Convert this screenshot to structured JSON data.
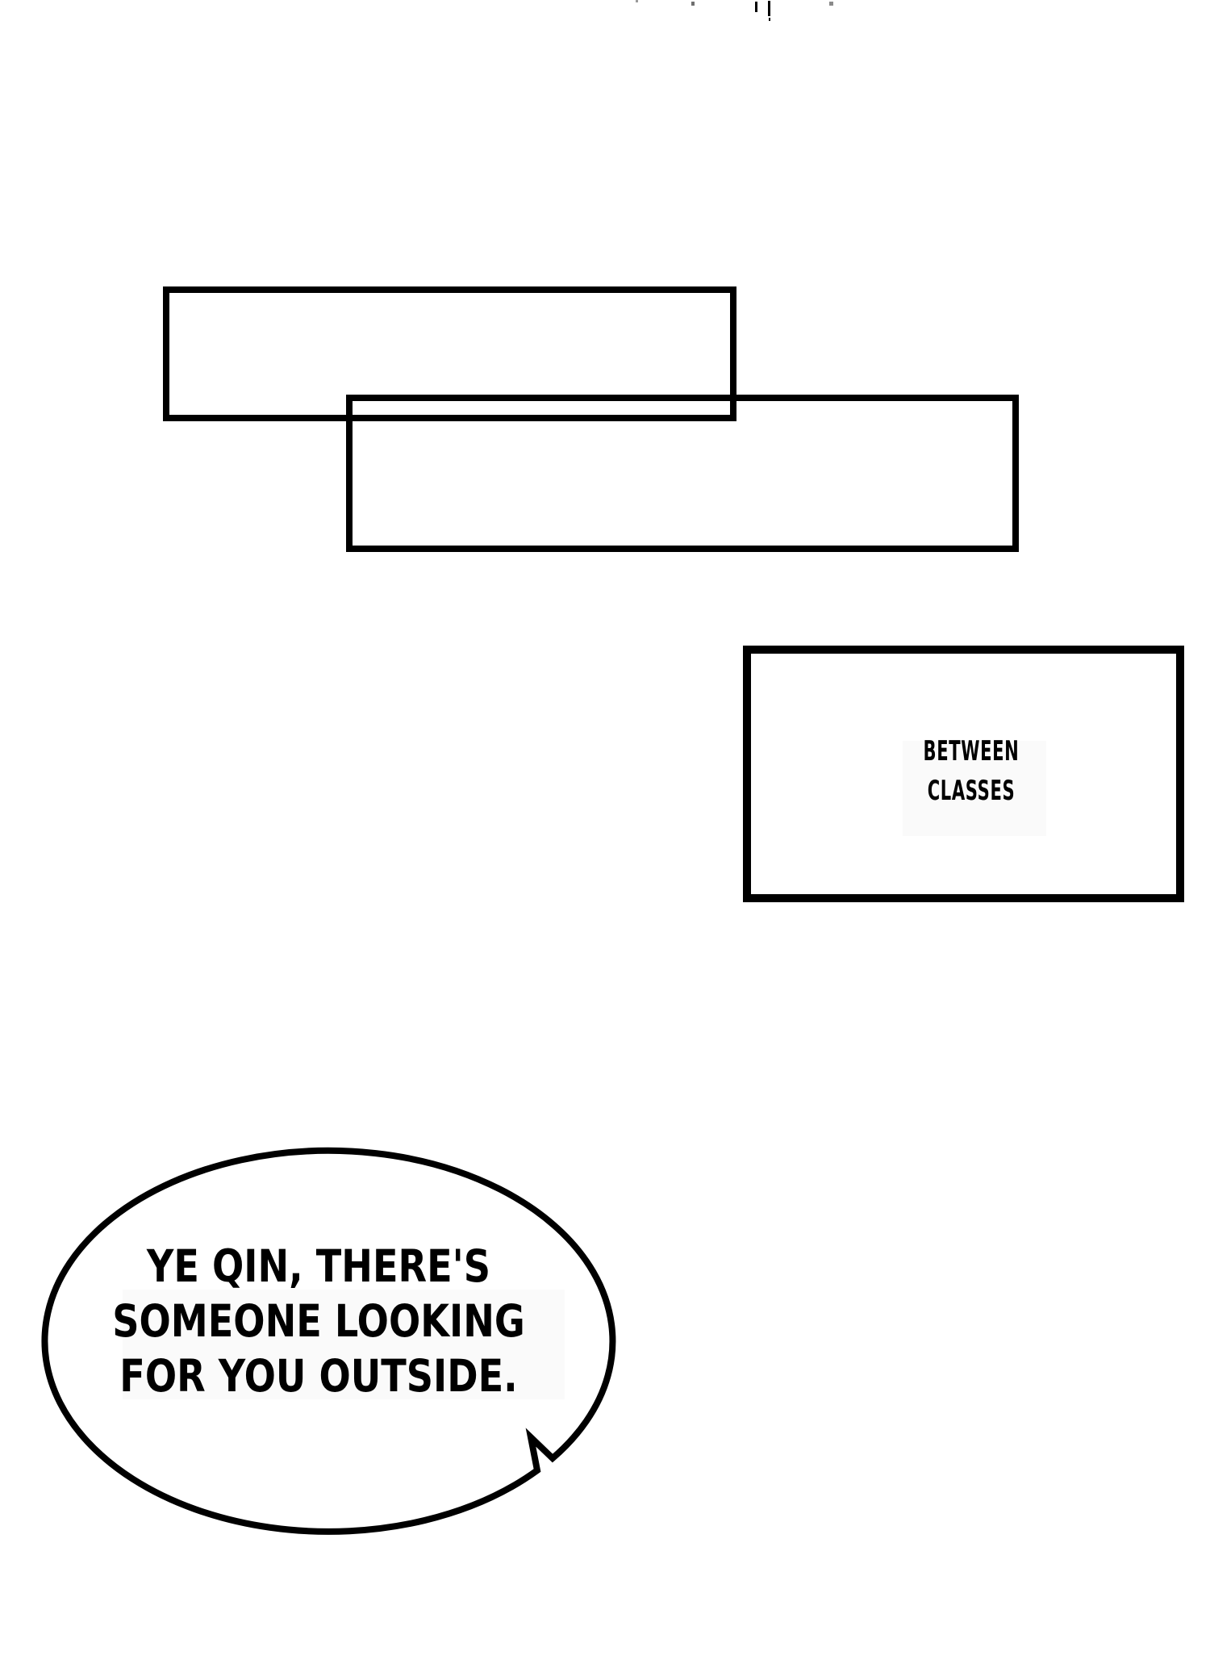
{
  "page": {
    "background_color": "#ffffff",
    "ink_color": "#000000",
    "type": "comic-page"
  },
  "caption_box": {
    "line1": "BETWEEN",
    "line2": "CLASSES"
  },
  "speech_bubble": {
    "line1": "YE QIN, THERE'S",
    "line2": "SOMEONE LOOKING",
    "line3": "FOR YOU OUTSIDE.",
    "full_text": "YE QIN, THERE'S SOMEONE LOOKING FOR YOU OUTSIDE."
  }
}
